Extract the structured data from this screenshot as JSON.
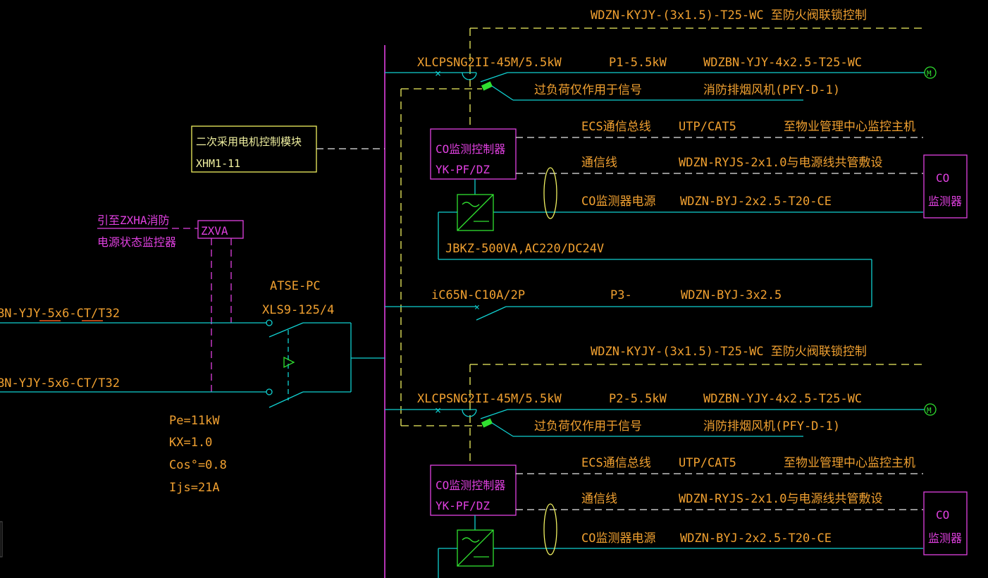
{
  "circuit1": {
    "fire_link_cable": "WDZN-KYJY-(3x1.5)-T25-WC 至防火阀联锁控制",
    "breaker": "XLCPSNG2II-45M/5.5kW",
    "power": "P1-5.5kW",
    "cable": "WDZBN-YJY-4x2.5-T25-WC",
    "overload_note": "过负荷仅作用于信号",
    "fan_name": "消防排烟风机(PFY-D-1)",
    "co_controller_line1": "CO监测控制器",
    "co_controller_line2": "YK-PF/DZ",
    "ecs_label": "ECS通信总线",
    "ecs_cable": "UTP/CAT5",
    "ecs_dest": "至物业管理中心监控主机",
    "comm_label": "通信线",
    "comm_cable": "WDZN-RYJS-2x1.0与电源线共管敷设",
    "co_power_label": "CO监测器电源",
    "co_power_cable": "WDZN-BYJ-2x2.5-T20-CE",
    "detector_line1": "CO",
    "detector_line2": "监测器",
    "transformer": "JBKZ-500VA,AC220/DC24V"
  },
  "circuit3": {
    "breaker": "iC65N-C10A/2P",
    "power": "P3-",
    "cable": "WDZN-BYJ-3x2.5"
  },
  "circuit2": {
    "fire_link_cable": "WDZN-KYJY-(3x1.5)-T25-WC 至防火阀联锁控制",
    "breaker": "XLCPSNG2II-45M/5.5kW",
    "power": "P2-5.5kW",
    "cable": "WDZBN-YJY-4x2.5-T25-WC",
    "overload_note": "过负荷仅作用于信号",
    "fan_name": "消防排烟风机(PFY-D-1)",
    "co_controller_line1": "CO监测控制器",
    "co_controller_line2": "YK-PF/DZ",
    "ecs_label": "ECS通信总线",
    "ecs_cable": "UTP/CAT5",
    "ecs_dest": "至物业管理中心监控主机",
    "comm_label": "通信线",
    "comm_cable": "WDZN-RYJS-2x1.0与电源线共管敷设",
    "co_power_label": "CO监测器电源",
    "co_power_cable": "WDZN-BYJ-2x2.5-T20-CE",
    "detector_line1": "CO",
    "detector_line2": "监测器"
  },
  "control_module": {
    "line1": "二次采用电机控制模块",
    "line2": "XHM1-11"
  },
  "monitor": {
    "box": "ZXVA",
    "note_line1": "引至ZXHA消防",
    "note_line2": "电源状态监控器"
  },
  "ats": {
    "name": "ATSE-PC",
    "model": "XLS9-125/4"
  },
  "incoming": {
    "feeder1": "BN-YJY-5x6-CT/T32",
    "feeder2": "BN-YJY-5x6-CT/T32"
  },
  "load": {
    "pe": "Pe=11kW",
    "kx": "KX=1.0",
    "cos": "Cos°=0.8",
    "ijs": "Ijs=21A"
  },
  "motor_symbol": "M",
  "colors": {
    "background": "#000000",
    "wire": "#10d0d0",
    "label": "#f0a030",
    "control_dash": "#f0f060",
    "device": "#e040e0",
    "contactor": "#30e030"
  }
}
